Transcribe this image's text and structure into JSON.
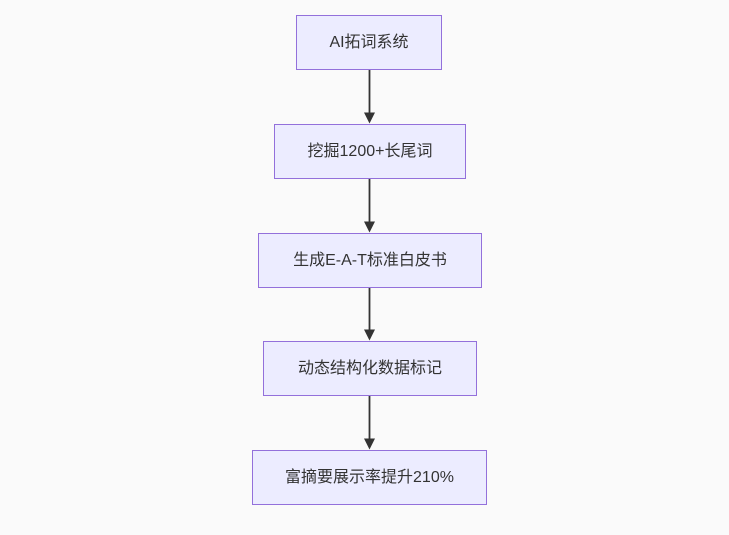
{
  "diagram": {
    "type": "flowchart-top-down",
    "colors": {
      "background": "#fafafa",
      "node_fill": "#ececff",
      "node_border": "#9370db",
      "edge": "#333333",
      "text": "#333333"
    },
    "nodes": [
      {
        "id": "A",
        "label": "AI拓词系统"
      },
      {
        "id": "B",
        "label": "挖掘1200+长尾词"
      },
      {
        "id": "C",
        "label": "生成E-A-T标准白皮书"
      },
      {
        "id": "D",
        "label": "动态结构化数据标记"
      },
      {
        "id": "E",
        "label": "富摘要展示率提升210%"
      }
    ],
    "edges": [
      {
        "from": "A",
        "to": "B"
      },
      {
        "from": "B",
        "to": "C"
      },
      {
        "from": "C",
        "to": "D"
      },
      {
        "from": "D",
        "to": "E"
      }
    ]
  }
}
